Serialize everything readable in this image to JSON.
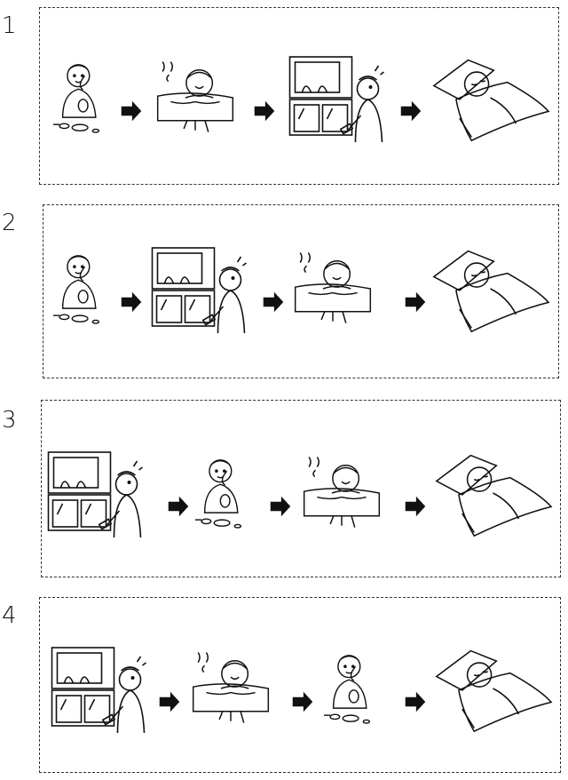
{
  "panels": [
    {
      "number": "1",
      "sequence": [
        "eating-icon",
        "bath-icon",
        "tv-icon",
        "sleep-icon"
      ]
    },
    {
      "number": "2",
      "sequence": [
        "eating-icon",
        "tv-icon",
        "bath-icon",
        "sleep-icon"
      ]
    },
    {
      "number": "3",
      "sequence": [
        "tv-icon",
        "eating-icon",
        "bath-icon",
        "sleep-icon"
      ]
    },
    {
      "number": "4",
      "sequence": [
        "tv-icon",
        "bath-icon",
        "eating-icon",
        "sleep-icon"
      ]
    }
  ],
  "colors": {
    "line": "#111111",
    "background": "#ffffff"
  }
}
